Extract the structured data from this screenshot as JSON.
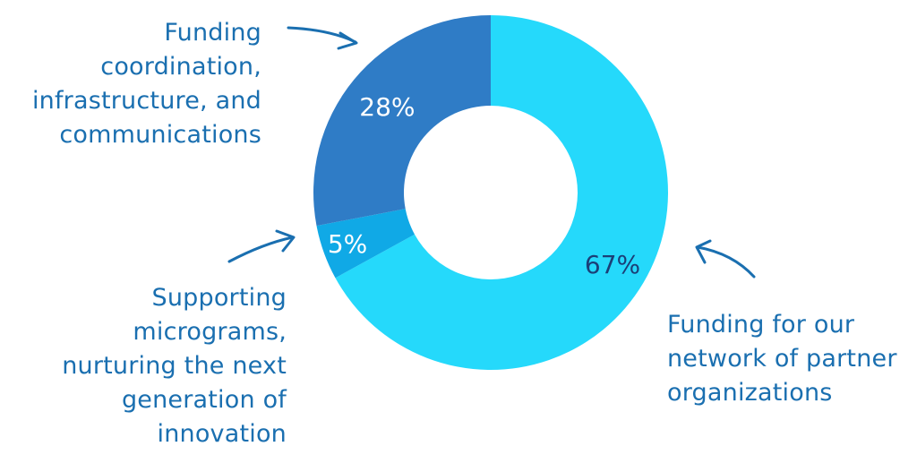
{
  "chart_data": {
    "type": "pie",
    "donut": true,
    "title": "",
    "segments": [
      {
        "label": "Funding for our network of partner organizations",
        "value": 67,
        "display": "67%",
        "color": "#25d9fb",
        "label_color": "#1b3f77"
      },
      {
        "label": "Supporting micrograms, nurturing the next generation of innovation",
        "value": 5,
        "display": "5%",
        "color": "#10a9e6",
        "label_color": "#ffffff"
      },
      {
        "label": "Funding coordination, infrastructure, and communications",
        "value": 28,
        "display": "28%",
        "color": "#2f7cc6",
        "label_color": "#ffffff"
      }
    ],
    "start_angle_deg": 0,
    "direction": "clockwise"
  },
  "callouts": {
    "coordination": [
      "Funding",
      "coordination,",
      "infrastructure, and",
      "communications"
    ],
    "micro": [
      "Supporting",
      "micrograms,",
      "nurturing the next",
      "generation of",
      "innovation"
    ],
    "partners": [
      "Funding for our",
      "network of partner",
      "organizations"
    ]
  },
  "colors": {
    "callout_text": "#1a6fb0",
    "arrow": "#1a6fb0"
  }
}
